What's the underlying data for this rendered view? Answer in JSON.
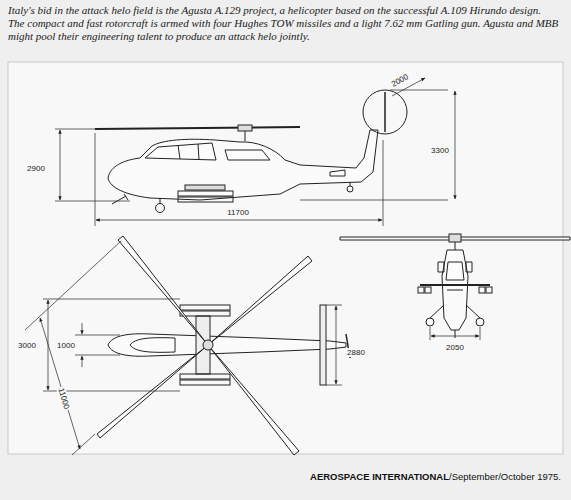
{
  "diagram": {
    "caption": "Italy's bid in the attack helo field is the Agusta A.129 project, a helicopter based on the successful A.109 Hirundo design. The compact and fast rotorcraft is armed with four Hughes TOW missiles and a light 7.62 mm Gatling gun. Agusta and MBB might pool their engineering talent to produce an attack helo jointly.",
    "labels": [
      "2900",
      "3300",
      "2000",
      "11700",
      "3000",
      "1000",
      "11000",
      "2880",
      "2050",
      "AEROSPACE INTERNATIONAL",
      "/September/October 1975."
    ]
  }
}
